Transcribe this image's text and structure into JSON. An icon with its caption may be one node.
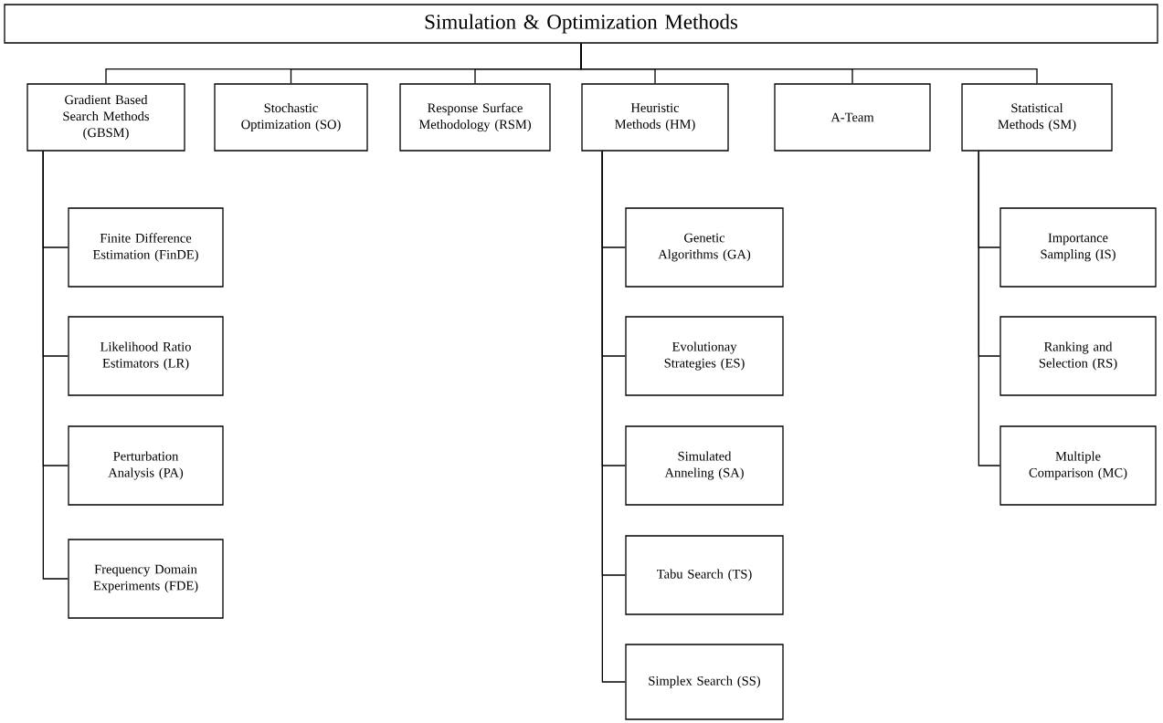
{
  "diagram": {
    "nodes": [
      {
        "text": [
          "Simulation & Optimization Methods"
        ]
      },
      {
        "text": [
          "Gradient Based Search Methods (GBSM)"
        ]
      },
      {
        "text": [
          "Stochastic Optimization (SO)"
        ]
      },
      {
        "text": [
          "Response Surface Methodology (RSM)"
        ]
      },
      {
        "text": [
          "Heuristic Methods (HM)"
        ]
      },
      {
        "text": [
          "A-Team"
        ]
      },
      {
        "text": [
          "Statistical Methods (SM)"
        ]
      },
      {
        "text": [
          "Finite Difference Estimation (FinDE)"
        ]
      },
      {
        "text": [
          "Likelihood Ratio Estimators (LR)"
        ]
      },
      {
        "text": [
          "Perturbation Analysis (PA)"
        ]
      },
      {
        "text": [
          "Frequency Domain Experiments (FDE)"
        ]
      },
      {
        "text": [
          "Genetic Algorithms (GA)"
        ]
      },
      {
        "text": [
          "Evolutionay Strategies (ES)"
        ]
      },
      {
        "text": [
          "Simulated Anneling (SA)"
        ]
      },
      {
        "text": [
          "Tabu Search (TS)"
        ]
      },
      {
        "text": [
          "Simplex Search (SS)"
        ]
      },
      {
        "text": [
          "Importance Sampling (IS)"
        ]
      },
      {
        "text": [
          "Ranking and Selection (RS)"
        ]
      },
      {
        "text": [
          "Multiple Comparison (MC)"
        ]
      }
    ],
    "edges": [
      {
        "from": 0,
        "to": 1,
        "arrow": "none"
      },
      {
        "from": 0,
        "to": 2,
        "arrow": "none"
      },
      {
        "from": 0,
        "to": 3,
        "arrow": "none"
      },
      {
        "from": 0,
        "to": 4,
        "arrow": "none"
      },
      {
        "from": 0,
        "to": 5,
        "arrow": "none"
      },
      {
        "from": 0,
        "to": 6,
        "arrow": "none"
      },
      {
        "from": 1,
        "to": 7,
        "arrow": "none"
      },
      {
        "from": 1,
        "to": 8,
        "arrow": "none"
      },
      {
        "from": 1,
        "to": 9,
        "arrow": "none"
      },
      {
        "from": 1,
        "to": 10,
        "arrow": "none"
      },
      {
        "from": 4,
        "to": 11,
        "arrow": "none"
      },
      {
        "from": 4,
        "to": 12,
        "arrow": "none"
      },
      {
        "from": 4,
        "to": 13,
        "arrow": "none"
      },
      {
        "from": 4,
        "to": 14,
        "arrow": "none"
      },
      {
        "from": 4,
        "to": 15,
        "arrow": "none"
      },
      {
        "from": 6,
        "to": 16,
        "arrow": "none"
      },
      {
        "from": 6,
        "to": 17,
        "arrow": "none"
      },
      {
        "from": 6,
        "to": 18,
        "arrow": "none"
      }
    ]
  }
}
